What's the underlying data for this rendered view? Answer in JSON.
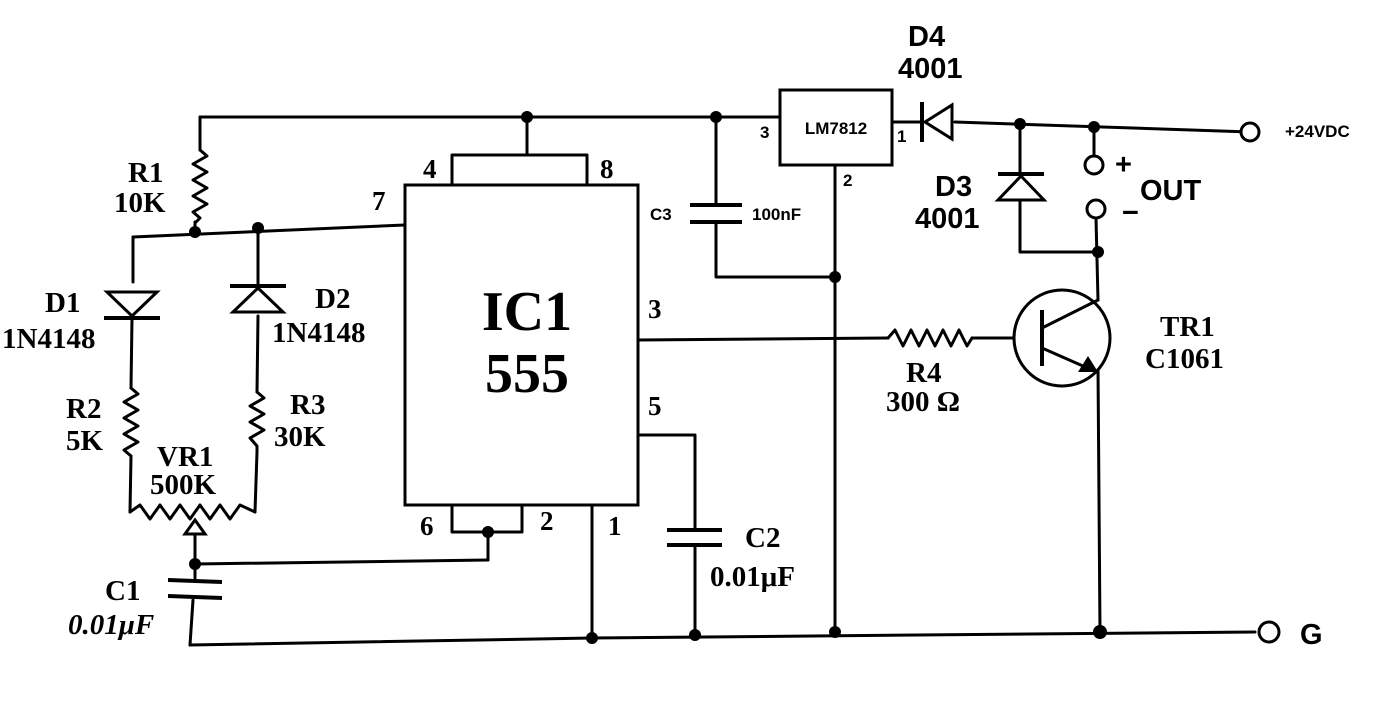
{
  "ic": {
    "name": "IC1",
    "part": "555"
  },
  "pins": {
    "p4": "4",
    "p8": "8",
    "p7": "7",
    "p3": "3",
    "p5": "5",
    "p6": "6",
    "p2": "2",
    "p1": "1"
  },
  "regulator": {
    "name": "LM7812",
    "pin_in": "3",
    "pin_out": "1",
    "pin_gnd": "2"
  },
  "components": {
    "R1": {
      "name": "R1",
      "value": "10K"
    },
    "R2": {
      "name": "R2",
      "value": "5K"
    },
    "R3": {
      "name": "R3",
      "value": "30K"
    },
    "R4": {
      "name": "R4",
      "value": "300 Ω"
    },
    "VR1": {
      "name": "VR1",
      "value": "500K"
    },
    "D1": {
      "name": "D1",
      "value": "1N4148"
    },
    "D2": {
      "name": "D2",
      "value": "1N4148"
    },
    "D3": {
      "name": "D3",
      "value": "4001"
    },
    "D4": {
      "name": "D4",
      "value": "4001"
    },
    "C1": {
      "name": "C1",
      "value": "0.01μF"
    },
    "C2": {
      "name": "C2",
      "value": "0.01μF"
    },
    "C3": {
      "name": "C3",
      "value": "100nF"
    },
    "TR1": {
      "name": "TR1",
      "value": "C1061"
    }
  },
  "terminals": {
    "supply": "+24VDC",
    "ground": "G",
    "out": "OUT",
    "plus": "+",
    "minus": "−"
  }
}
